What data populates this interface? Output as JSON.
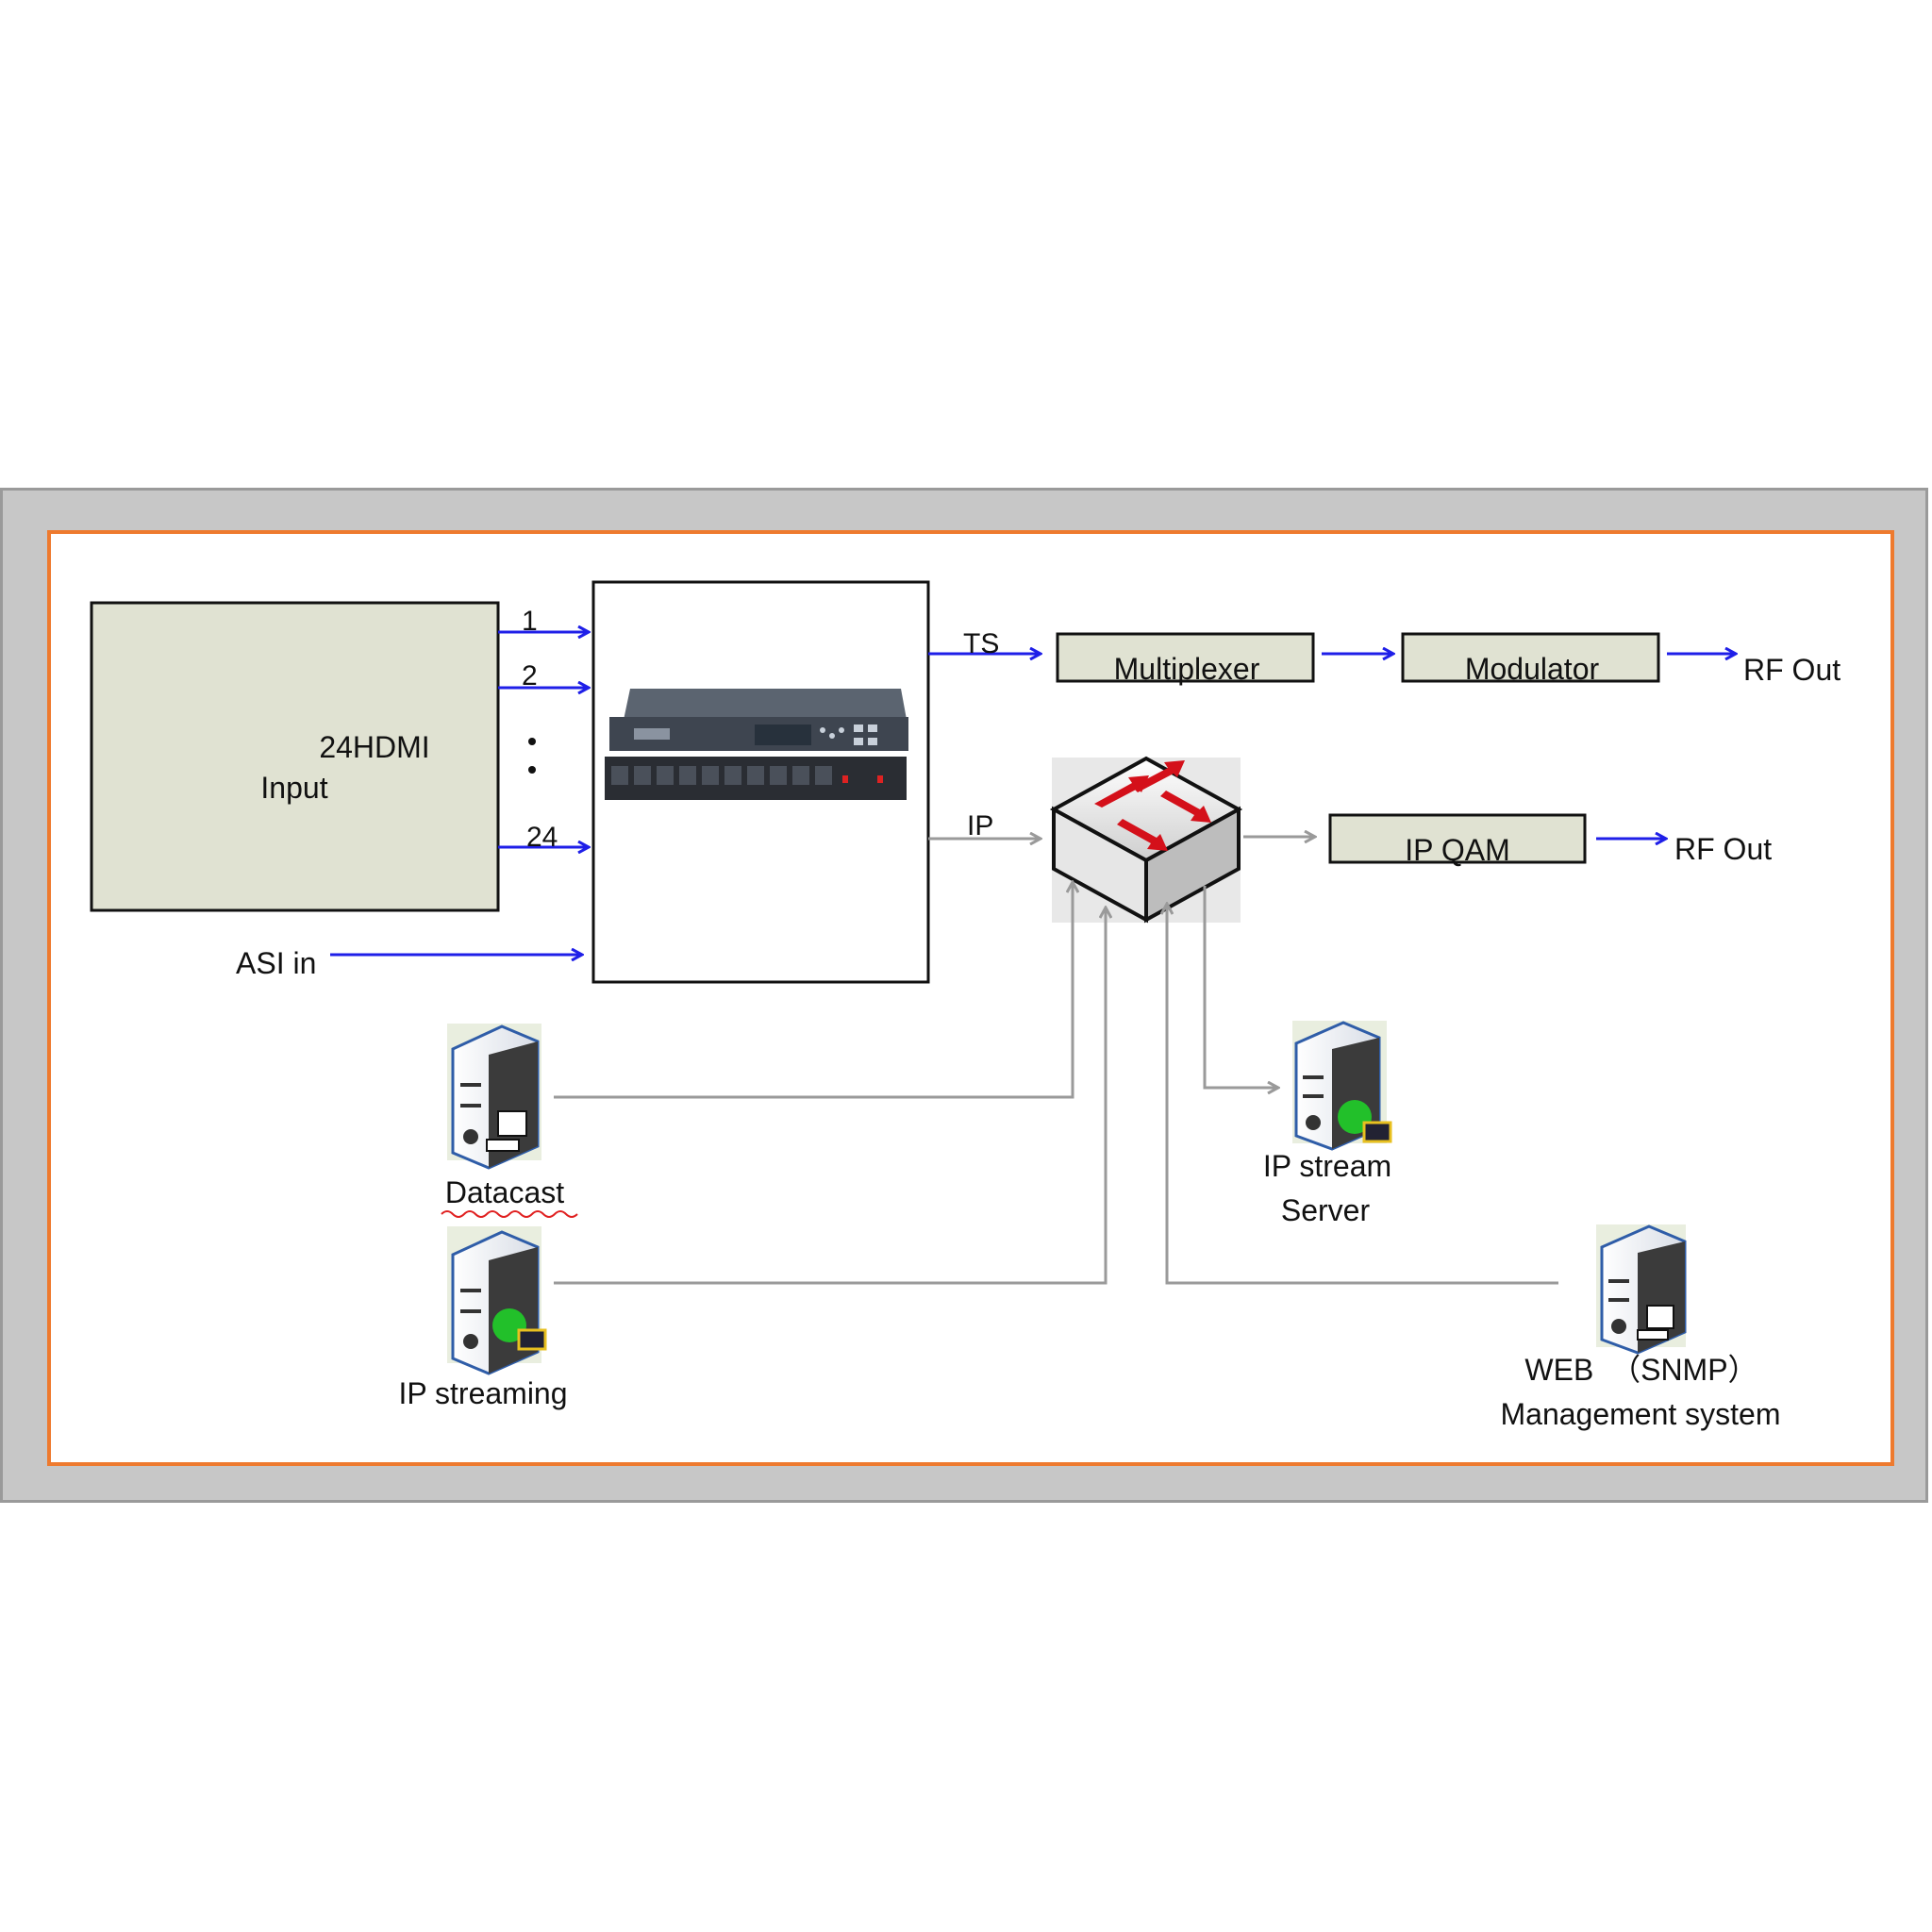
{
  "hdmi_box": {
    "line1": "24HDMI",
    "line2": "Input"
  },
  "inputs": {
    "ch1": "1",
    "ch2": "2",
    "ch24": "24",
    "asi": "ASI in"
  },
  "outputs": {
    "ts": "TS",
    "ip": "IP"
  },
  "blocks": {
    "multiplexer": "Multiplexer",
    "modulator": "Modulator",
    "ip_qam": "IP QAM"
  },
  "rf_out": {
    "top": "RF Out",
    "bottom": "RF Out"
  },
  "servers": {
    "datacast": "Datacast",
    "ip_streaming": "IP streaming",
    "ip_stream_server_line1": "IP stream",
    "ip_stream_server_line2": "Server",
    "web_snmp": "WEB  （SNMP）",
    "management": "Management system"
  },
  "colors": {
    "arrow_blue": "#1f1fe8",
    "line_gray": "#9a9a9a",
    "box_fill": "#e0e2d2",
    "frame_orange": "#ee7a2e"
  }
}
